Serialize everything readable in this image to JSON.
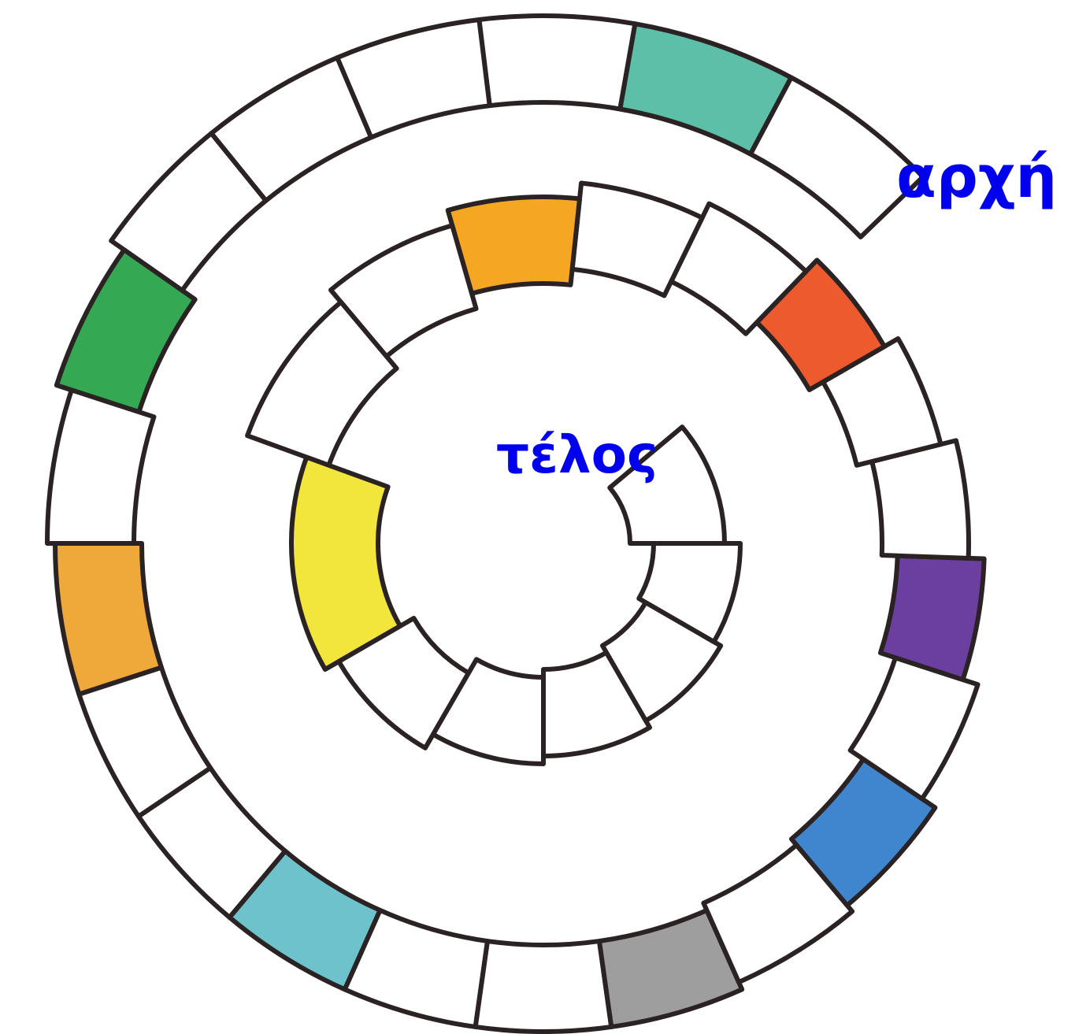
{
  "labels": {
    "start": "αρχή",
    "end": "τέλος"
  },
  "squares": [
    {
      "color": "white"
    },
    {
      "color": "teal"
    },
    {
      "color": "white"
    },
    {
      "color": "white"
    },
    {
      "color": "white"
    },
    {
      "color": "white"
    },
    {
      "color": "green"
    },
    {
      "color": "white"
    },
    {
      "color": "orange"
    },
    {
      "color": "white"
    },
    {
      "color": "white"
    },
    {
      "color": "light-blue"
    },
    {
      "color": "white"
    },
    {
      "color": "white"
    },
    {
      "color": "gray"
    },
    {
      "color": "white"
    },
    {
      "color": "blue"
    },
    {
      "color": "white"
    },
    {
      "color": "purple"
    },
    {
      "color": "white"
    },
    {
      "color": "white"
    },
    {
      "color": "red-orange"
    },
    {
      "color": "white"
    },
    {
      "color": "white"
    },
    {
      "color": "orange-yellow"
    },
    {
      "color": "white"
    },
    {
      "color": "white"
    },
    {
      "color": "yellow"
    },
    {
      "color": "white"
    },
    {
      "color": "white"
    },
    {
      "color": "white"
    },
    {
      "color": "white"
    },
    {
      "color": "white"
    },
    {
      "color": "white"
    }
  ],
  "colors": {
    "white": "#ffffff",
    "teal": "#5dbfa8",
    "green": "#34a853",
    "orange": "#efa83a",
    "light-blue": "#6ec2cc",
    "gray": "#9e9e9e",
    "blue": "#3f86cf",
    "purple": "#6a3fa0",
    "red-orange": "#ec5a2d",
    "orange-yellow": "#f5a623",
    "yellow": "#f2e63c",
    "outline": "#2b2323",
    "label": "#0000ee"
  }
}
